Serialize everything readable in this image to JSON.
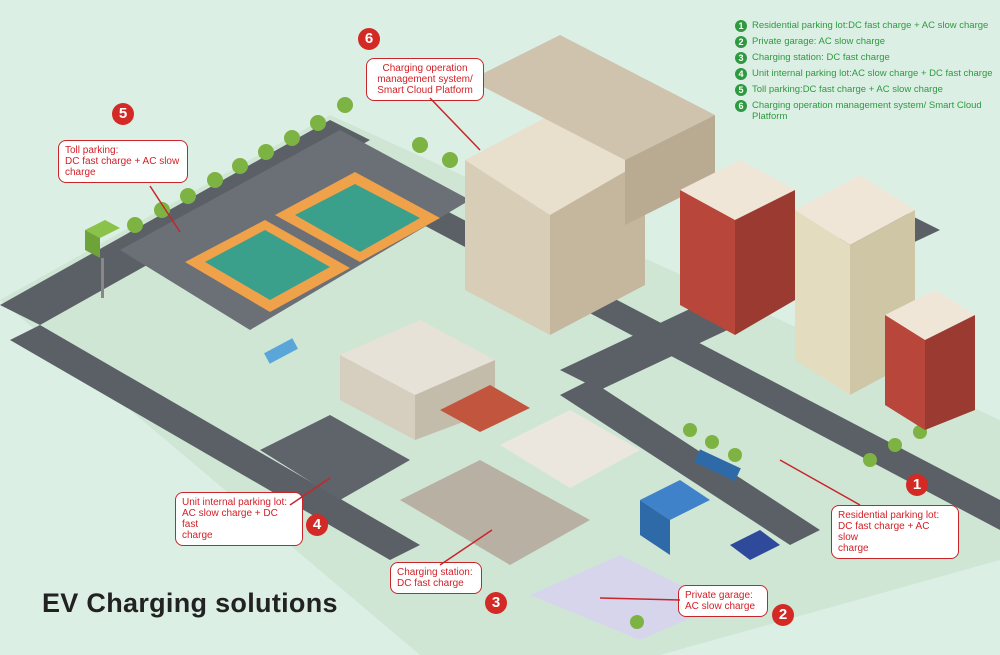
{
  "title": "EV Charging solutions",
  "legend": [
    {
      "num": "1",
      "text": "Residential parking lot:DC fast charge + AC slow charge"
    },
    {
      "num": "2",
      "text": "Private garage: AC slow charge"
    },
    {
      "num": "3",
      "text": "Charging station: DC fast charge"
    },
    {
      "num": "4",
      "text": "Unit internal parking lot:AC slow charge + DC fast charge"
    },
    {
      "num": "5",
      "text": "Toll parking:DC fast charge + AC slow charge"
    },
    {
      "num": "6",
      "text": "Charging operation management system/ Smart Cloud Platform"
    }
  ],
  "callouts": {
    "c1": {
      "num": "1",
      "lines": [
        "Residential parking lot:",
        "DC fast charge + AC slow",
        "charge"
      ]
    },
    "c2": {
      "num": "2",
      "lines": [
        "Private garage:",
        "AC slow charge"
      ]
    },
    "c3": {
      "num": "3",
      "lines": [
        "Charging station:",
        "DC fast charge"
      ]
    },
    "c4": {
      "num": "4",
      "lines": [
        "Unit internal parking lot:",
        "AC slow charge + DC fast",
        "charge"
      ]
    },
    "c5": {
      "num": "5",
      "lines": [
        "Toll parking:",
        "DC fast charge + AC slow",
        "charge"
      ]
    },
    "c6": {
      "num": "6",
      "lines": [
        "Charging operation",
        "management system/",
        "Smart Cloud Platform"
      ]
    }
  },
  "colors": {
    "accent_red": "#d32a25",
    "legend_green": "#2e9a3f",
    "background": "#dcefe4"
  }
}
